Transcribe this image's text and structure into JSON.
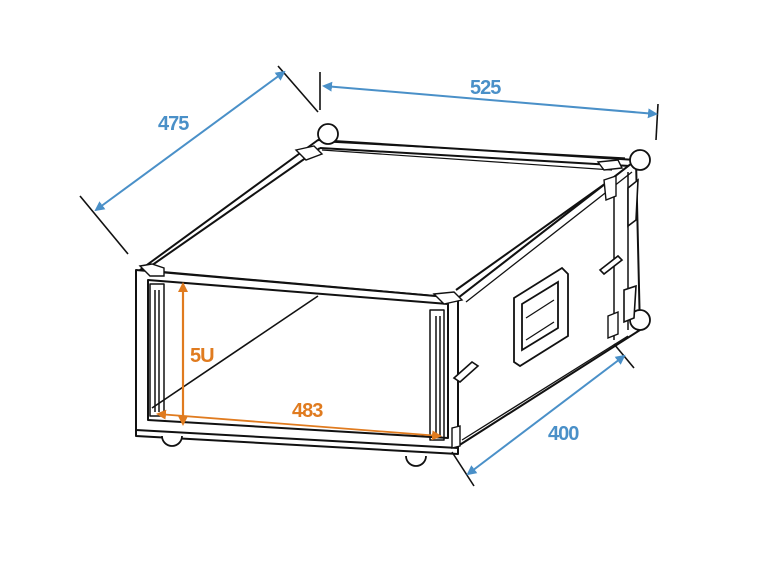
{
  "diagram": {
    "subject": "5U 19-inch rack flight case",
    "colors": {
      "outer_dimension": "#4a90c8",
      "inner_dimension": "#e07b1f",
      "line": "#111111"
    },
    "dimensions": {
      "depth_top": {
        "label": "475",
        "color": "blue"
      },
      "width_top": {
        "label": "525",
        "color": "blue"
      },
      "depth_side": {
        "label": "400",
        "color": "blue"
      },
      "rack_height": {
        "label": "5U",
        "color": "orange"
      },
      "rack_width": {
        "label": "483",
        "color": "orange"
      }
    }
  }
}
